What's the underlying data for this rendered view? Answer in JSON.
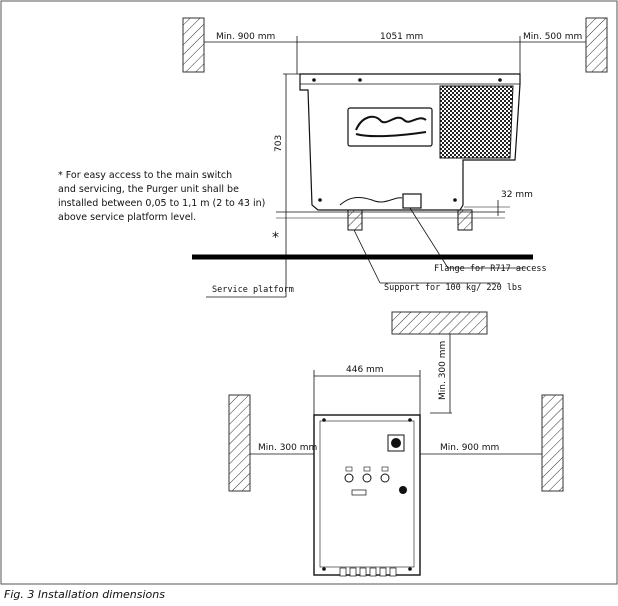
{
  "dimensions": {
    "min_left_top": "Min. 900 mm",
    "width_top": "1051 mm",
    "min_right_top": "Min. 500 mm",
    "height": "703",
    "flange_gap": "32 mm",
    "width_front": "446 mm",
    "min_above": "Min. 300 mm",
    "min_left_front": "Min. 300 mm",
    "min_right_front": "Min. 900 mm"
  },
  "note": {
    "line1": "* For easy access to the main switch",
    "line2": "and servicing, the Purger unit shall be",
    "line3": "installed between 0,05 to 1,1 m (2 to 43 in)",
    "line4": "above service platform level."
  },
  "asterisk": "*",
  "callouts": {
    "flange": "Flange for R717 access",
    "support": "Support for 100 kg/ 220 lbs",
    "platform": "Service platform"
  },
  "caption": "Fig. 3 Installation dimensions"
}
